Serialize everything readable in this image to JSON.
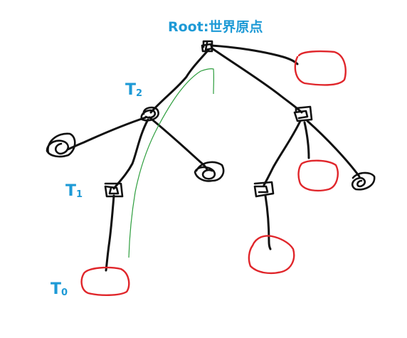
{
  "labels": {
    "root": "Root:世界原点",
    "t2_letter": "T",
    "t2_sub": "2",
    "t1_letter": "T",
    "t1_sub": "1",
    "t0_letter": "T",
    "t0_sub": "0"
  },
  "colors": {
    "label": "#1e9ad6",
    "edge": "#111111",
    "node": "#111111",
    "highlight_node": "#e0262b",
    "path_stroke": "#2e9e3e"
  }
}
